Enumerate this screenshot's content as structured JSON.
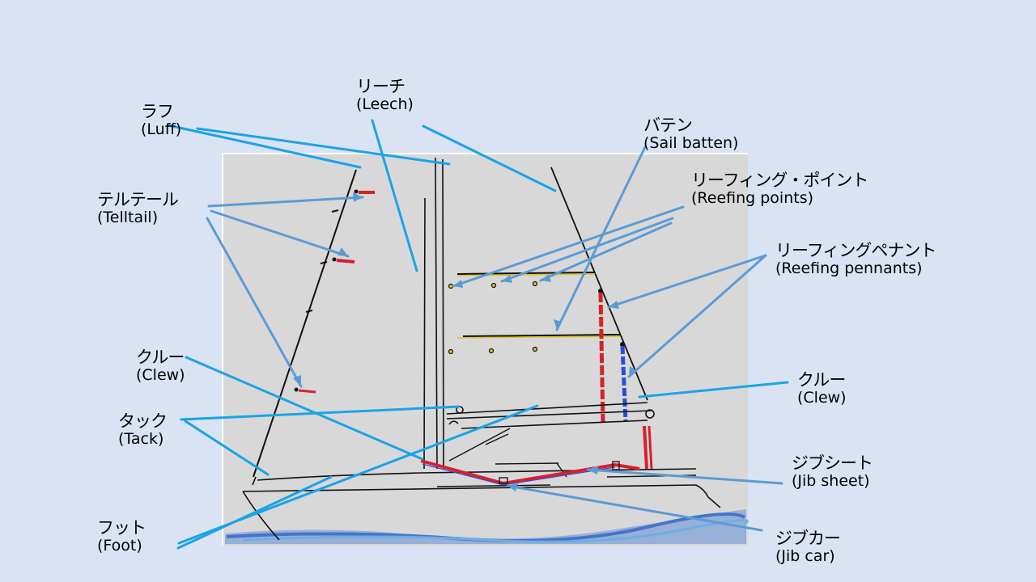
{
  "diagram": {
    "type": "sailboat-parts-labeled-sketch",
    "background_color": "#dae3f3",
    "leader_colors": {
      "primary": "#1aa3e8",
      "secondary": "#5b9bd5"
    },
    "sketch_colors": {
      "pencil": "#111111",
      "telltail": "#d9202a",
      "pennant_red": "#d9202a",
      "pennant_blue": "#2a4fd1",
      "batten": "#e0c020",
      "water": "#2c63c9"
    }
  },
  "labels": [
    {
      "id": "luff",
      "jp": "ラフ",
      "en": "(Luff)"
    },
    {
      "id": "leech",
      "jp": "リーチ",
      "en": "(Leech)"
    },
    {
      "id": "batten",
      "jp": "バテン",
      "en": "(Sail batten)"
    },
    {
      "id": "reefing_points",
      "jp": "リーフィング・ポイント",
      "en": "(Reefing points)"
    },
    {
      "id": "telltail",
      "jp": "テルテール",
      "en": "(Telltail)"
    },
    {
      "id": "reefing_pennants",
      "jp": "リーフィングペナント",
      "en": "(Reefing pennants)"
    },
    {
      "id": "clew_left",
      "jp": "クルー",
      "en": "(Clew)"
    },
    {
      "id": "clew_right",
      "jp": "クルー",
      "en": "(Clew)"
    },
    {
      "id": "tack",
      "jp": "タック",
      "en": "(Tack)"
    },
    {
      "id": "jib_sheet",
      "jp": "ジブシート",
      "en": "(Jib sheet)"
    },
    {
      "id": "foot",
      "jp": "フット",
      "en": "(Foot)"
    },
    {
      "id": "jib_car",
      "jp": "ジブカー",
      "en": "(Jib car)"
    }
  ]
}
